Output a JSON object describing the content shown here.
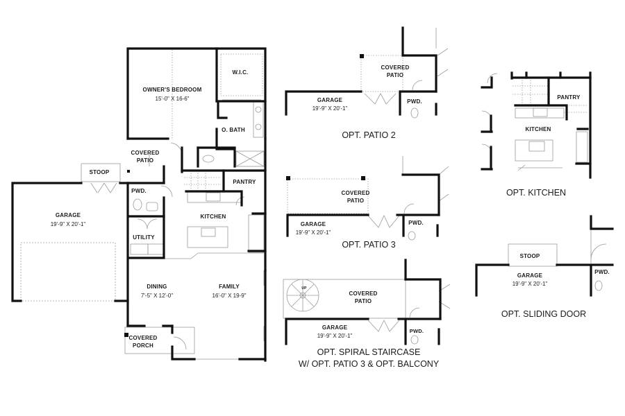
{
  "main_plan": {
    "rooms": {
      "owners_bedroom": {
        "name": "OWNER'S BEDROOM",
        "dims": "15'-0\" X 16-6\""
      },
      "wic": {
        "name": "W.I.C."
      },
      "o_bath": {
        "name": "O. BATH"
      },
      "covered_patio": {
        "name_line1": "COVERED",
        "name_line2": "PATIO"
      },
      "stoop": {
        "name": "STOOP"
      },
      "pwd": {
        "name": "PWD."
      },
      "pantry": {
        "name": "PANTRY"
      },
      "garage": {
        "name": "GARAGE",
        "dims": "19'-9\" X 20'-1\""
      },
      "kitchen": {
        "name": "KITCHEN"
      },
      "utility": {
        "name": "UTILITY"
      },
      "dining": {
        "name": "DINING",
        "dims": "7'-5\" X 12'-0\""
      },
      "family": {
        "name": "FAMILY",
        "dims": "16'-0\" X 19-9\""
      },
      "covered_porch": {
        "name_line1": "COVERED",
        "name_line2": "PORCH"
      }
    }
  },
  "options": {
    "patio2": {
      "caption": "OPT. PATIO 2",
      "covered_patio_line1": "COVERED",
      "covered_patio_line2": "PATIO",
      "garage": "GARAGE",
      "garage_dims": "19'-9\" X 20'-1\"",
      "pwd": "PWD."
    },
    "patio3": {
      "caption": "OPT. PATIO 3",
      "covered_patio_line1": "COVERED",
      "covered_patio_line2": "PATIO",
      "garage": "GARAGE",
      "garage_dims": "19'-9\" X 20'-1\"",
      "pwd": "PWD."
    },
    "spiral": {
      "caption_line1": "OPT. SPIRAL STAIRCASE",
      "caption_line2": "W/ OPT. PATIO 3 & OPT. BALCONY",
      "covered_patio_line1": "COVERED",
      "covered_patio_line2": "PATIO",
      "garage": "GARAGE",
      "garage_dims": "19'-9\" X 20'-1\"",
      "pwd": "PWD.",
      "stair_label": "UP"
    },
    "kitchen": {
      "caption": "OPT. KITCHEN",
      "pantry": "PANTRY",
      "kitchen": "KITCHEN"
    },
    "sliding_door": {
      "caption": "OPT. SLIDING DOOR",
      "stoop": "STOOP",
      "garage": "GARAGE",
      "garage_dims": "19'-9\" X 20'-1\"",
      "pwd": "PWD."
    }
  },
  "colors": {
    "wall": "#111111",
    "line": "#9a9a9a",
    "background": "#ffffff"
  }
}
